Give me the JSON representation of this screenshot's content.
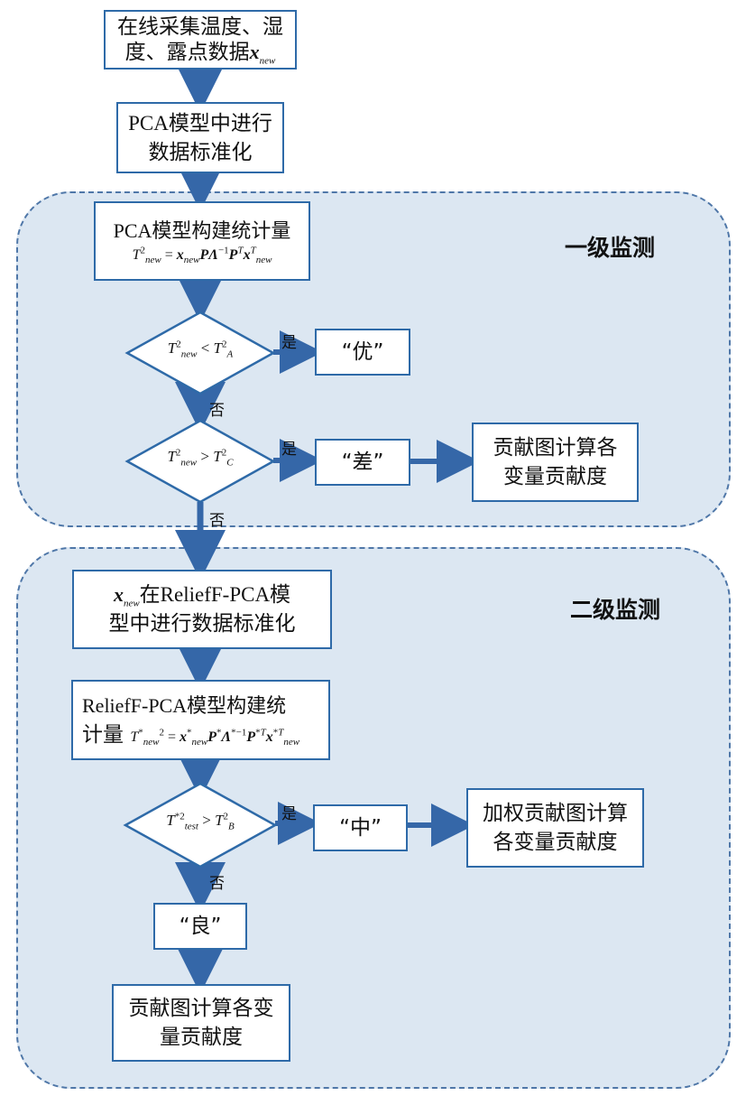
{
  "regions": {
    "level1_label": "一级监测",
    "level2_label": "二级监测"
  },
  "nodes": {
    "collect": {
      "line1": "在线采集温度、湿",
      "line2": "度、露点数据"
    },
    "pca_standardize": {
      "line1": "PCA模型中进行",
      "line2": "数据标准化"
    },
    "pca_stat": {
      "line1": "PCA模型构建统计量"
    },
    "result_good_excellent": "“优”",
    "result_poor": "“差”",
    "contrib_poor": {
      "line1": "贡献图计算各",
      "line2": "变量贡献度"
    },
    "relieff_standardize": {
      "line1_suffix": "在ReliefF-PCA模",
      "line2": "型中进行数据标准化"
    },
    "relieff_stat": {
      "line1": "ReliefF-PCA模型构建统",
      "line2_prefix": "计量"
    },
    "result_medium": "“中”",
    "weighted_contrib": {
      "line1": "加权贡献图计算",
      "line2": "各变量贡献度"
    },
    "result_good": "“良”",
    "contrib_good": {
      "line1": "贡献图计算各变",
      "line2": "量贡献度"
    }
  },
  "edge_labels": {
    "yes": "是",
    "no": "否"
  },
  "colors": {
    "arrow": "#3567a8",
    "box_border": "#2e6aa8",
    "region_fill": "#dce7f2",
    "region_border": "#4f77a8"
  }
}
